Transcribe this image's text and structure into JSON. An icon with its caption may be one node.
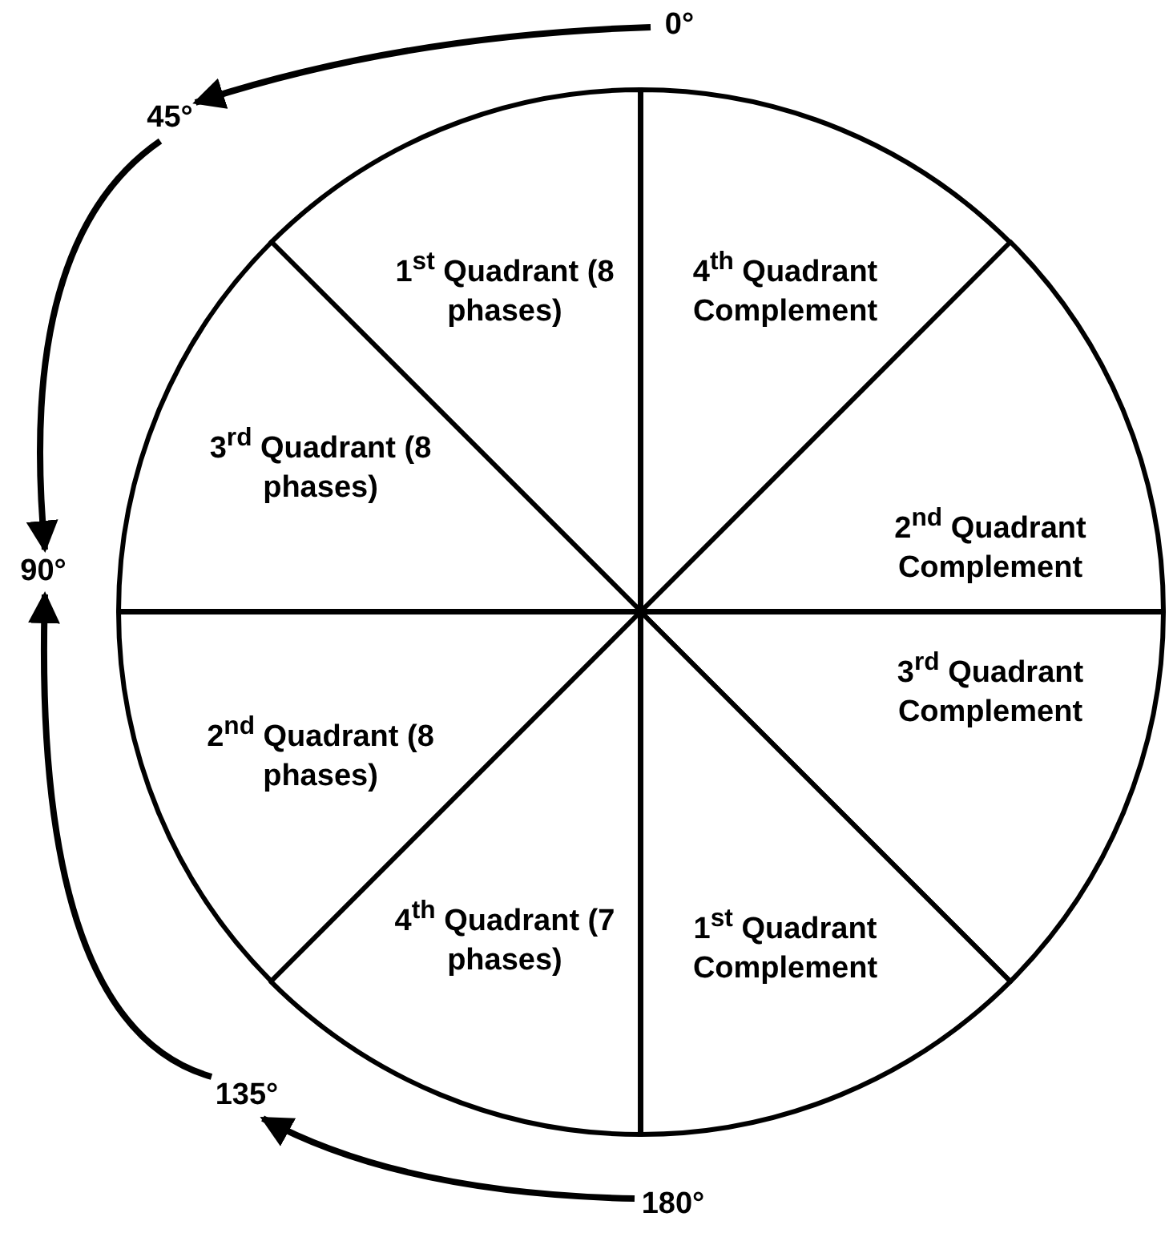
{
  "diagram": {
    "nodes": [
      {
        "text": [
          "0°"
        ]
      },
      {
        "text": [
          "45°"
        ]
      },
      {
        "text": [
          "1$^{st}$ Quadrant (8 phases)"
        ]
      },
      {
        "text": [
          "4$^{th}$ Quadrant Complement"
        ]
      },
      {
        "text": [
          "3$^{rd}$ Quadrant (8 phases)"
        ]
      },
      {
        "text": [
          "2$^{nd}$ Quadrant Complement"
        ]
      },
      {
        "text": [
          "90°"
        ]
      },
      {
        "text": [
          "2$^{nd}$ Quadrant (8 phases)"
        ]
      },
      {
        "text": [
          "3$^{rd}$ Quadrant Complement"
        ]
      },
      {
        "text": [
          "4$^{th}$ Quadrant (7 phases)"
        ]
      },
      {
        "text": [
          "1$^{st}$ Quadrant Complement"
        ]
      },
      {
        "text": [
          "135°"
        ]
      },
      {
        "text": [
          "180°"
        ]
      }
    ],
    "edges": [
      {
        "from": 0,
        "to": 1,
        "arrow": "to"
      },
      {
        "from": 1,
        "to": 6,
        "arrow": "to"
      },
      {
        "from": 11,
        "to": 6,
        "arrow": "to"
      },
      {
        "from": 12,
        "to": 11,
        "arrow": "to"
      }
    ]
  }
}
